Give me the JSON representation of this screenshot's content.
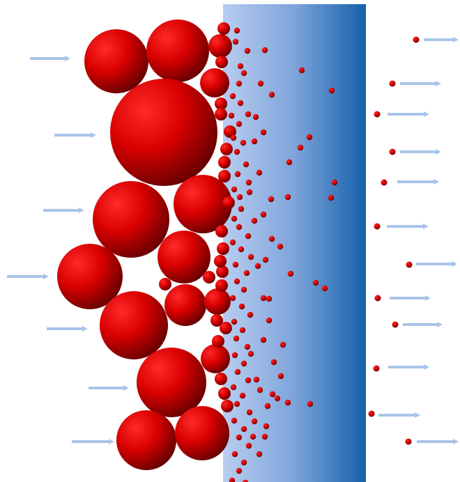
{
  "diagram": {
    "colors": {
      "particle": "#e00000",
      "particle_dark": "#5a0000",
      "filter_light": "#b8cdf0",
      "filter_dark": "#1560ac",
      "arrow": "#a9c4ea",
      "background": "#ffffff"
    },
    "elements": {
      "filter_medium": "filter-membrane",
      "large_particles": "retained-particles",
      "small_particles": "permeating-particles",
      "flow_arrows": "flow-direction-arrows"
    }
  }
}
